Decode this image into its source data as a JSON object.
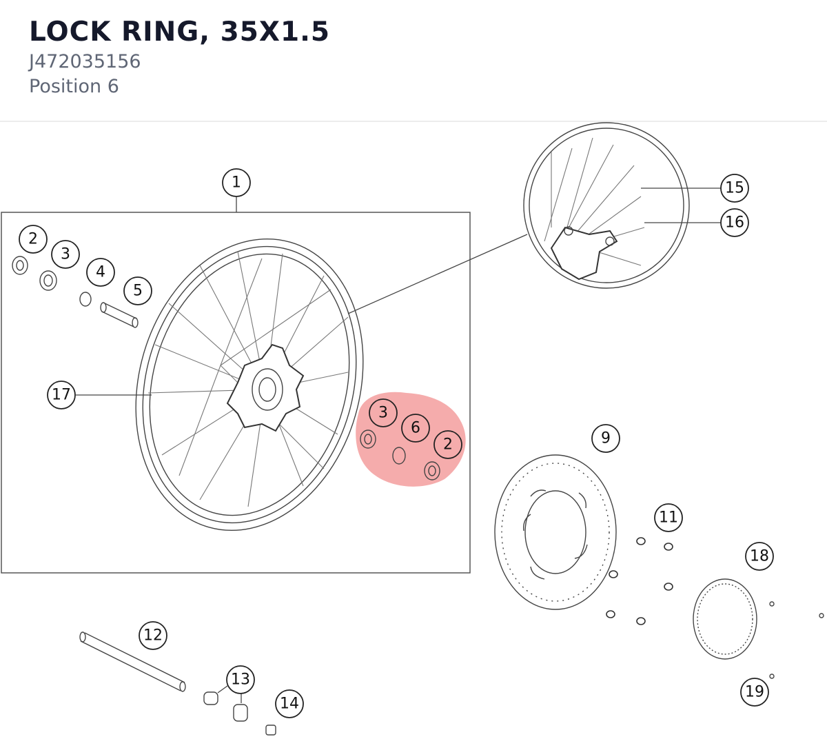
{
  "header": {
    "title": "LOCK RING, 35X1.5",
    "part_number": "J472035156",
    "position": "Position 6"
  },
  "diagram": {
    "callouts": [
      "1",
      "2",
      "3",
      "4",
      "5",
      "17",
      "15",
      "16",
      "3",
      "6",
      "2",
      "9",
      "11",
      "18",
      "12",
      "13",
      "14",
      "19"
    ],
    "highlight_color": "#f08080"
  }
}
